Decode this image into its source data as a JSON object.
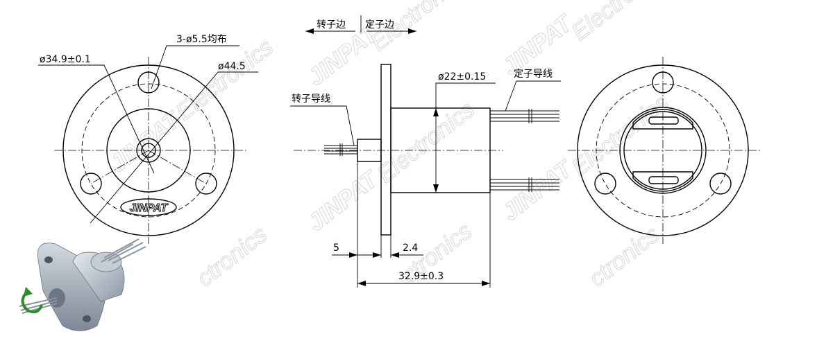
{
  "watermark": {
    "brand": "JINPAT",
    "suffix": "Electronics",
    "short": "ctronics"
  },
  "logo_text": "JINPAT",
  "direction_labels": {
    "rotor_side": "转子边",
    "stator_side": "定子边"
  },
  "front_view": {
    "hole_note": "3-ø5.5均布",
    "pcd_label": "ø34.9±0.1",
    "od_label": "ø44.5"
  },
  "side_view": {
    "rotor_wire_label": "转子导线",
    "stator_wire_label": "定子导线",
    "body_diameter_label": "ø22±0.15",
    "dim_5": "5",
    "dim_2_4": "2.4",
    "overall_length": "32.9±0.3"
  },
  "colors": {
    "line": "#000000",
    "watermark": "#c9ccd6",
    "iso_body": "#a9b3bf",
    "iso_arrow": "#2e8b2e"
  }
}
